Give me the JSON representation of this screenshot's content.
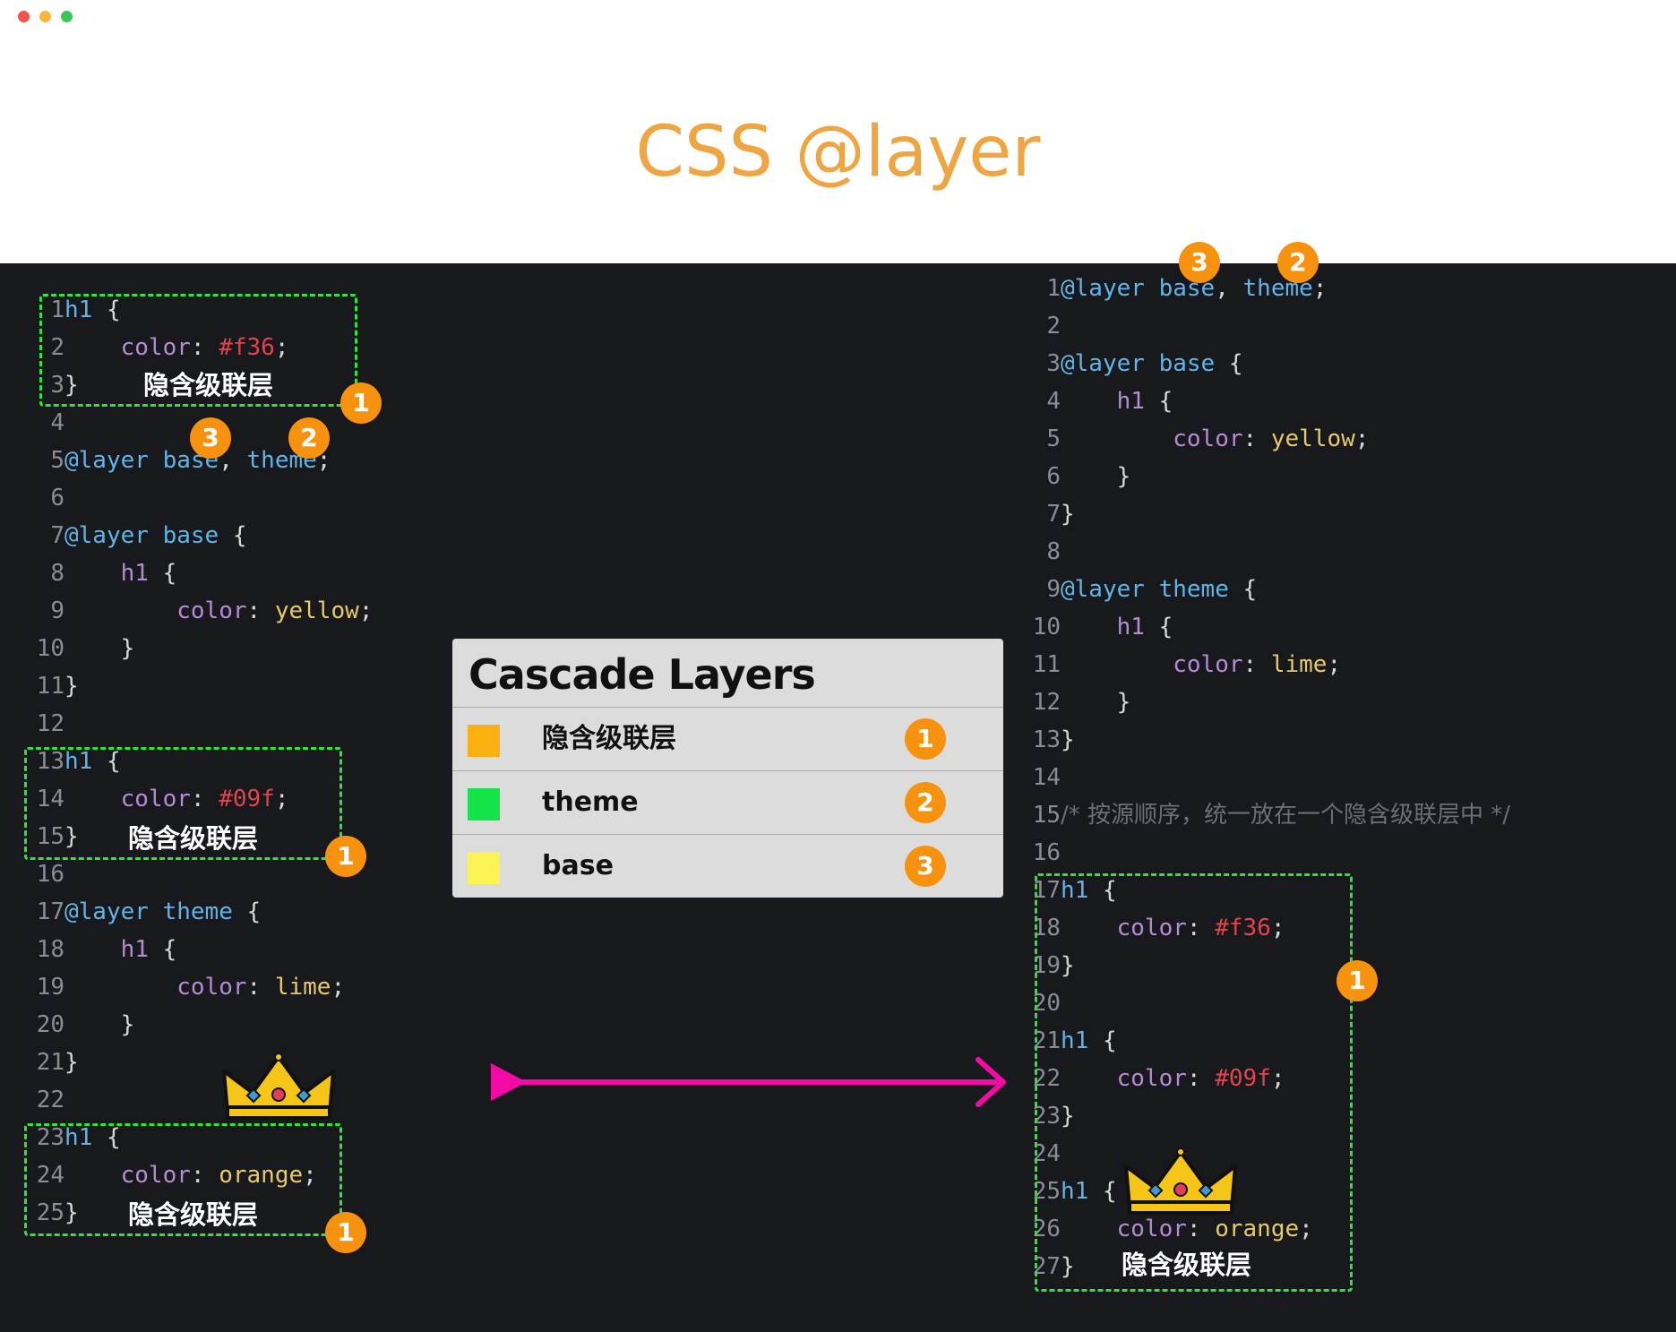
{
  "window": {
    "controls": [
      "close",
      "minimize",
      "zoom"
    ]
  },
  "title": "CSS @layer",
  "implicit_label": "隐含级联层",
  "legend": {
    "title": "Cascade Layers",
    "rows": [
      {
        "label": "隐含级联层",
        "badge": "1",
        "color": "#fbb011"
      },
      {
        "label": "theme",
        "badge": "2",
        "color": "#15e34a"
      },
      {
        "label": "base",
        "badge": "3",
        "color": "#fcf455"
      }
    ]
  },
  "badges": {
    "one": "1",
    "two": "2",
    "three": "3"
  },
  "left_code": {
    "lines": [
      {
        "n": "1",
        "t": [
          [
            "sel",
            "h1"
          ],
          [
            "punc",
            " {"
          ]
        ]
      },
      {
        "n": "2",
        "t": [
          [
            "punc",
            "    "
          ],
          [
            "prop",
            "color"
          ],
          [
            "punc",
            ": "
          ],
          [
            "val-red",
            "#f36"
          ],
          [
            "punc",
            ";"
          ]
        ]
      },
      {
        "n": "3",
        "t": [
          [
            "punc",
            "}"
          ]
        ]
      },
      {
        "n": "4",
        "t": []
      },
      {
        "n": "5",
        "t": [
          [
            "kw",
            "@layer"
          ],
          [
            "punc",
            " "
          ],
          [
            "kw",
            "base"
          ],
          [
            "punc",
            ", "
          ],
          [
            "kw",
            "theme"
          ],
          [
            "punc",
            ";"
          ]
        ]
      },
      {
        "n": "6",
        "t": []
      },
      {
        "n": "7",
        "t": [
          [
            "kw",
            "@layer"
          ],
          [
            "punc",
            " "
          ],
          [
            "kw",
            "base"
          ],
          [
            "punc",
            " {"
          ]
        ]
      },
      {
        "n": "8",
        "t": [
          [
            "punc",
            "    "
          ],
          [
            "sel2",
            "h1"
          ],
          [
            "punc",
            " {"
          ]
        ]
      },
      {
        "n": "9",
        "t": [
          [
            "punc",
            "        "
          ],
          [
            "prop",
            "color"
          ],
          [
            "punc",
            ": "
          ],
          [
            "val-y",
            "yellow"
          ],
          [
            "punc",
            ";"
          ]
        ]
      },
      {
        "n": "10",
        "t": [
          [
            "punc",
            "    }"
          ]
        ]
      },
      {
        "n": "11",
        "t": [
          [
            "punc",
            "}"
          ]
        ]
      },
      {
        "n": "12",
        "t": []
      },
      {
        "n": "13",
        "t": [
          [
            "sel",
            "h1"
          ],
          [
            "punc",
            " {"
          ]
        ]
      },
      {
        "n": "14",
        "t": [
          [
            "punc",
            "    "
          ],
          [
            "prop",
            "color"
          ],
          [
            "punc",
            ": "
          ],
          [
            "val-red",
            "#09f"
          ],
          [
            "punc",
            ";"
          ]
        ]
      },
      {
        "n": "15",
        "t": [
          [
            "punc",
            "}"
          ]
        ]
      },
      {
        "n": "16",
        "t": []
      },
      {
        "n": "17",
        "t": [
          [
            "kw",
            "@layer"
          ],
          [
            "punc",
            " "
          ],
          [
            "kw",
            "theme"
          ],
          [
            "punc",
            " {"
          ]
        ]
      },
      {
        "n": "18",
        "t": [
          [
            "punc",
            "    "
          ],
          [
            "sel2",
            "h1"
          ],
          [
            "punc",
            " {"
          ]
        ]
      },
      {
        "n": "19",
        "t": [
          [
            "punc",
            "        "
          ],
          [
            "prop",
            "color"
          ],
          [
            "punc",
            ": "
          ],
          [
            "val-y",
            "lime"
          ],
          [
            "punc",
            ";"
          ]
        ]
      },
      {
        "n": "20",
        "t": [
          [
            "punc",
            "    }"
          ]
        ]
      },
      {
        "n": "21",
        "t": [
          [
            "punc",
            "}"
          ]
        ]
      },
      {
        "n": "22",
        "t": []
      },
      {
        "n": "23",
        "t": [
          [
            "sel",
            "h1"
          ],
          [
            "punc",
            " {"
          ]
        ]
      },
      {
        "n": "24",
        "t": [
          [
            "punc",
            "    "
          ],
          [
            "prop",
            "color"
          ],
          [
            "punc",
            ": "
          ],
          [
            "val-y",
            "orange"
          ],
          [
            "punc",
            ";"
          ]
        ]
      },
      {
        "n": "25",
        "t": [
          [
            "punc",
            "}"
          ]
        ]
      }
    ]
  },
  "right_code": {
    "lines": [
      {
        "n": "1",
        "t": [
          [
            "kw",
            "@layer"
          ],
          [
            "punc",
            " "
          ],
          [
            "kw",
            "base"
          ],
          [
            "punc",
            ", "
          ],
          [
            "kw",
            "theme"
          ],
          [
            "punc",
            ";"
          ]
        ]
      },
      {
        "n": "2",
        "t": []
      },
      {
        "n": "3",
        "t": [
          [
            "kw",
            "@layer"
          ],
          [
            "punc",
            " "
          ],
          [
            "kw",
            "base"
          ],
          [
            "punc",
            " {"
          ]
        ]
      },
      {
        "n": "4",
        "t": [
          [
            "punc",
            "    "
          ],
          [
            "sel2",
            "h1"
          ],
          [
            "punc",
            " {"
          ]
        ]
      },
      {
        "n": "5",
        "t": [
          [
            "punc",
            "        "
          ],
          [
            "prop",
            "color"
          ],
          [
            "punc",
            ": "
          ],
          [
            "val-y",
            "yellow"
          ],
          [
            "punc",
            ";"
          ]
        ]
      },
      {
        "n": "6",
        "t": [
          [
            "punc",
            "    }"
          ]
        ]
      },
      {
        "n": "7",
        "t": [
          [
            "punc",
            "}"
          ]
        ]
      },
      {
        "n": "8",
        "t": []
      },
      {
        "n": "9",
        "t": [
          [
            "kw",
            "@layer"
          ],
          [
            "punc",
            " "
          ],
          [
            "kw",
            "theme"
          ],
          [
            "punc",
            " {"
          ]
        ]
      },
      {
        "n": "10",
        "t": [
          [
            "punc",
            "    "
          ],
          [
            "sel2",
            "h1"
          ],
          [
            "punc",
            " {"
          ]
        ]
      },
      {
        "n": "11",
        "t": [
          [
            "punc",
            "        "
          ],
          [
            "prop",
            "color"
          ],
          [
            "punc",
            ": "
          ],
          [
            "val-y",
            "lime"
          ],
          [
            "punc",
            ";"
          ]
        ]
      },
      {
        "n": "12",
        "t": [
          [
            "punc",
            "    }"
          ]
        ]
      },
      {
        "n": "13",
        "t": [
          [
            "punc",
            "}"
          ]
        ]
      },
      {
        "n": "14",
        "t": []
      },
      {
        "n": "15",
        "t": [
          [
            "cmt",
            "/* 按源顺序，统一放在一个隐含级联层中 */"
          ]
        ]
      },
      {
        "n": "16",
        "t": []
      },
      {
        "n": "17",
        "t": [
          [
            "sel",
            "h1"
          ],
          [
            "punc",
            " {"
          ]
        ]
      },
      {
        "n": "18",
        "t": [
          [
            "punc",
            "    "
          ],
          [
            "prop",
            "color"
          ],
          [
            "punc",
            ": "
          ],
          [
            "val-red",
            "#f36"
          ],
          [
            "punc",
            ";"
          ]
        ]
      },
      {
        "n": "19",
        "t": [
          [
            "punc",
            "}"
          ]
        ]
      },
      {
        "n": "20",
        "t": []
      },
      {
        "n": "21",
        "t": [
          [
            "sel",
            "h1"
          ],
          [
            "punc",
            " {"
          ]
        ]
      },
      {
        "n": "22",
        "t": [
          [
            "punc",
            "    "
          ],
          [
            "prop",
            "color"
          ],
          [
            "punc",
            ": "
          ],
          [
            "val-red",
            "#09f"
          ],
          [
            "punc",
            ";"
          ]
        ]
      },
      {
        "n": "23",
        "t": [
          [
            "punc",
            "}"
          ]
        ]
      },
      {
        "n": "24",
        "t": []
      },
      {
        "n": "25",
        "t": [
          [
            "sel",
            "h1"
          ],
          [
            "punc",
            " {"
          ]
        ]
      },
      {
        "n": "26",
        "t": [
          [
            "punc",
            "    "
          ],
          [
            "prop",
            "color"
          ],
          [
            "punc",
            ": "
          ],
          [
            "val-y",
            "orange"
          ],
          [
            "punc",
            ";"
          ]
        ]
      },
      {
        "n": "27",
        "t": [
          [
            "punc",
            "}"
          ]
        ]
      }
    ]
  },
  "colors": {
    "title": "#f0a543",
    "badge": "#f7920f",
    "dashed_border": "#2ee43a",
    "arrow": "#f40ba5",
    "background_dark": "#18191c"
  }
}
